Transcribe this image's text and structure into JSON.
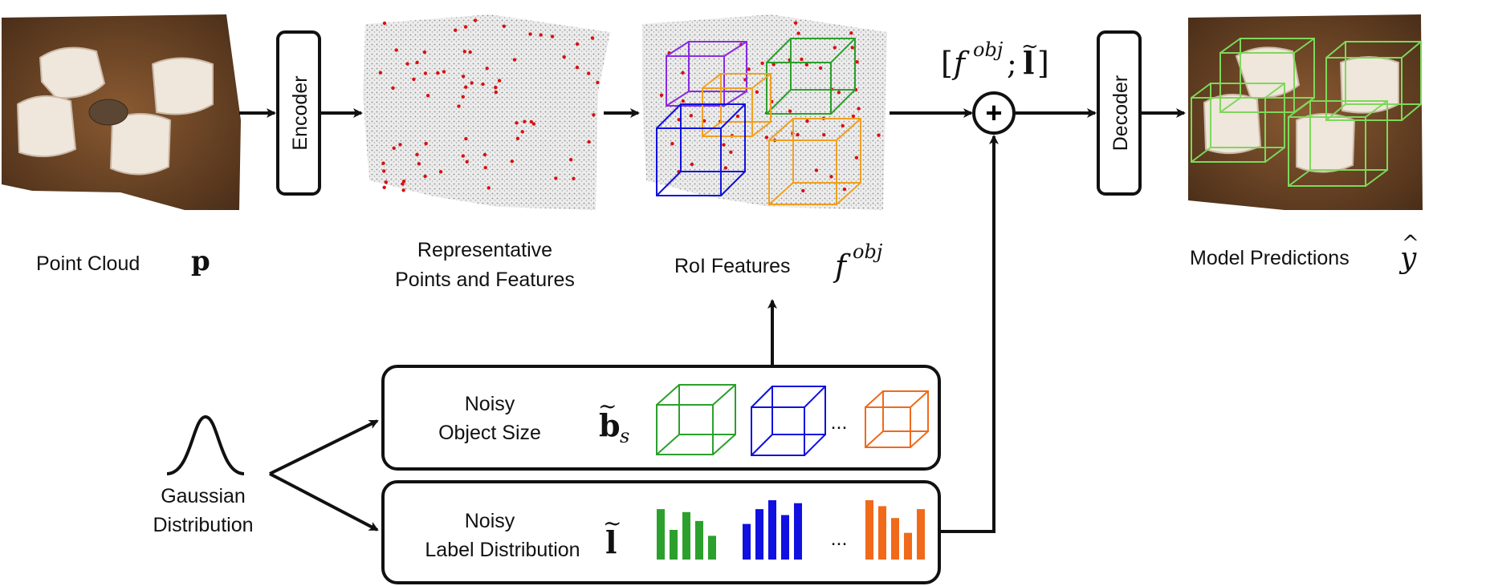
{
  "encoder": {
    "label": "Encoder"
  },
  "decoder": {
    "label": "Decoder"
  },
  "point_cloud": {
    "label": "Point Cloud",
    "symbol": "p"
  },
  "representative": {
    "line1": "Representative",
    "line2": "Points and Features"
  },
  "roi": {
    "label": "RoI Features",
    "symbol": "f",
    "superscript": "obj"
  },
  "concat": {
    "open": "[",
    "f": "f",
    "sup": "obj",
    "sep": ";",
    "l": "l",
    "tilde": "~",
    "close": "]"
  },
  "plus": {
    "symbol": "+"
  },
  "predictions": {
    "label": "Model Predictions",
    "symbol": "y",
    "hat": "^"
  },
  "gaussian": {
    "line1": "Gaussian",
    "line2": "Distribution"
  },
  "noisy_size": {
    "line1": "Noisy",
    "line2": "Object Size",
    "symbol": "b",
    "sub": "s",
    "tilde": "~",
    "ellipsis": "..."
  },
  "noisy_label": {
    "line1": "Noisy",
    "line2": "Label Distribution",
    "symbol": "l",
    "tilde": "~",
    "ellipsis": "..."
  },
  "colors": {
    "green": "#2ca02c",
    "blue": "#1010e0",
    "orange": "#f06a1a",
    "purple": "#8a2be2",
    "gold": "#f0a020"
  },
  "histograms": {
    "green": [
      0.85,
      0.5,
      0.8,
      0.65,
      0.4
    ],
    "blue": [
      0.6,
      0.85,
      1.0,
      0.75,
      0.95
    ],
    "orange": [
      1.0,
      0.9,
      0.7,
      0.45,
      0.85
    ]
  }
}
